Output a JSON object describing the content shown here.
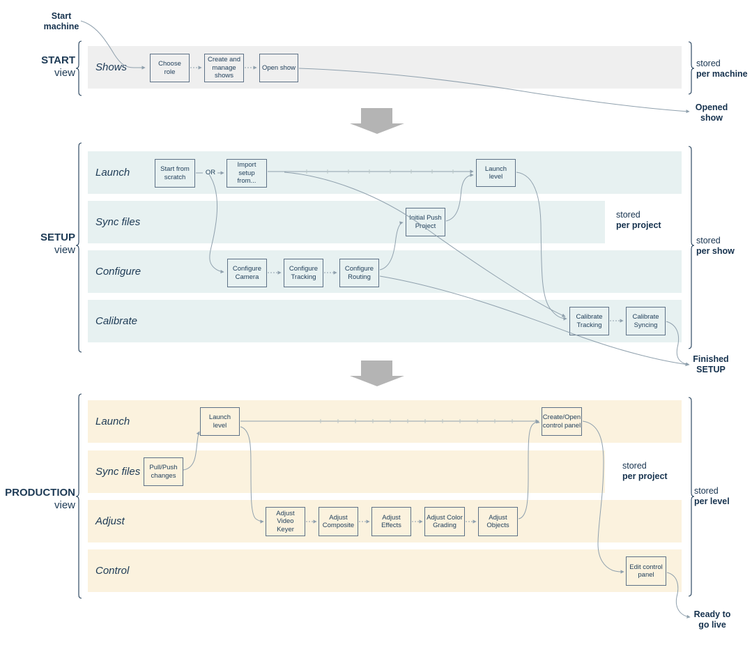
{
  "colors": {
    "band_start": "#efefef",
    "band_setup": "#e7f1f1",
    "band_production": "#fbf2de",
    "connector": "#8fa0ad",
    "box_border": "#5d7186",
    "text_dark": "#1d3a55",
    "block_arrow_gray": "#b4b4b4"
  },
  "start": {
    "title": "START",
    "subtitle": "view",
    "lane": "Shows",
    "nodes": {
      "choose_role": "Choose role",
      "create_manage": "Create and manage shows",
      "open_show": "Open show"
    },
    "stored": "stored",
    "scope": "per machine"
  },
  "setup": {
    "title": "SETUP",
    "subtitle": "view",
    "lanes": [
      "Launch",
      "Sync files",
      "Configure",
      "Calibrate"
    ],
    "or_label": "OR",
    "nodes": {
      "start_scratch": "Start from scratch",
      "import_setup": "Import setup from...",
      "launch_level": "Launch level",
      "initial_push": "Initial Push Project",
      "configure_camera": "Configure Camera",
      "configure_tracking": "Configure Tracking",
      "configure_routing": "Configure Routing",
      "calibrate_tracking": "Calibrate Tracking",
      "calibrate_syncing": "Calibrate Syncing"
    },
    "stored_inner": "stored",
    "scope_inner": "per project",
    "stored": "stored",
    "scope": "per show"
  },
  "production": {
    "title": "PRODUCTION",
    "subtitle": "view",
    "lanes": [
      "Launch",
      "Sync files",
      "Adjust",
      "Control"
    ],
    "nodes": {
      "launch_level": "Launch level",
      "create_open": "Create/Open control panel",
      "pull_push": "Pull/Push changes",
      "adjust_keyer": "Adjust Video Keyer",
      "adjust_composite": "Adjust Composite",
      "adjust_effects": "Adjust Effects",
      "adjust_grading": "Adjust Color Grading",
      "adjust_objects": "Adjust Objects",
      "edit_panel": "Edit control panel"
    },
    "stored_inner": "stored",
    "scope_inner": "per project",
    "stored": "stored",
    "scope": "per level"
  },
  "terminals": {
    "start_machine": "Start machine",
    "opened_show": "Opened show",
    "finished_setup": "Finished SETUP",
    "ready_live": "Ready to go live"
  }
}
